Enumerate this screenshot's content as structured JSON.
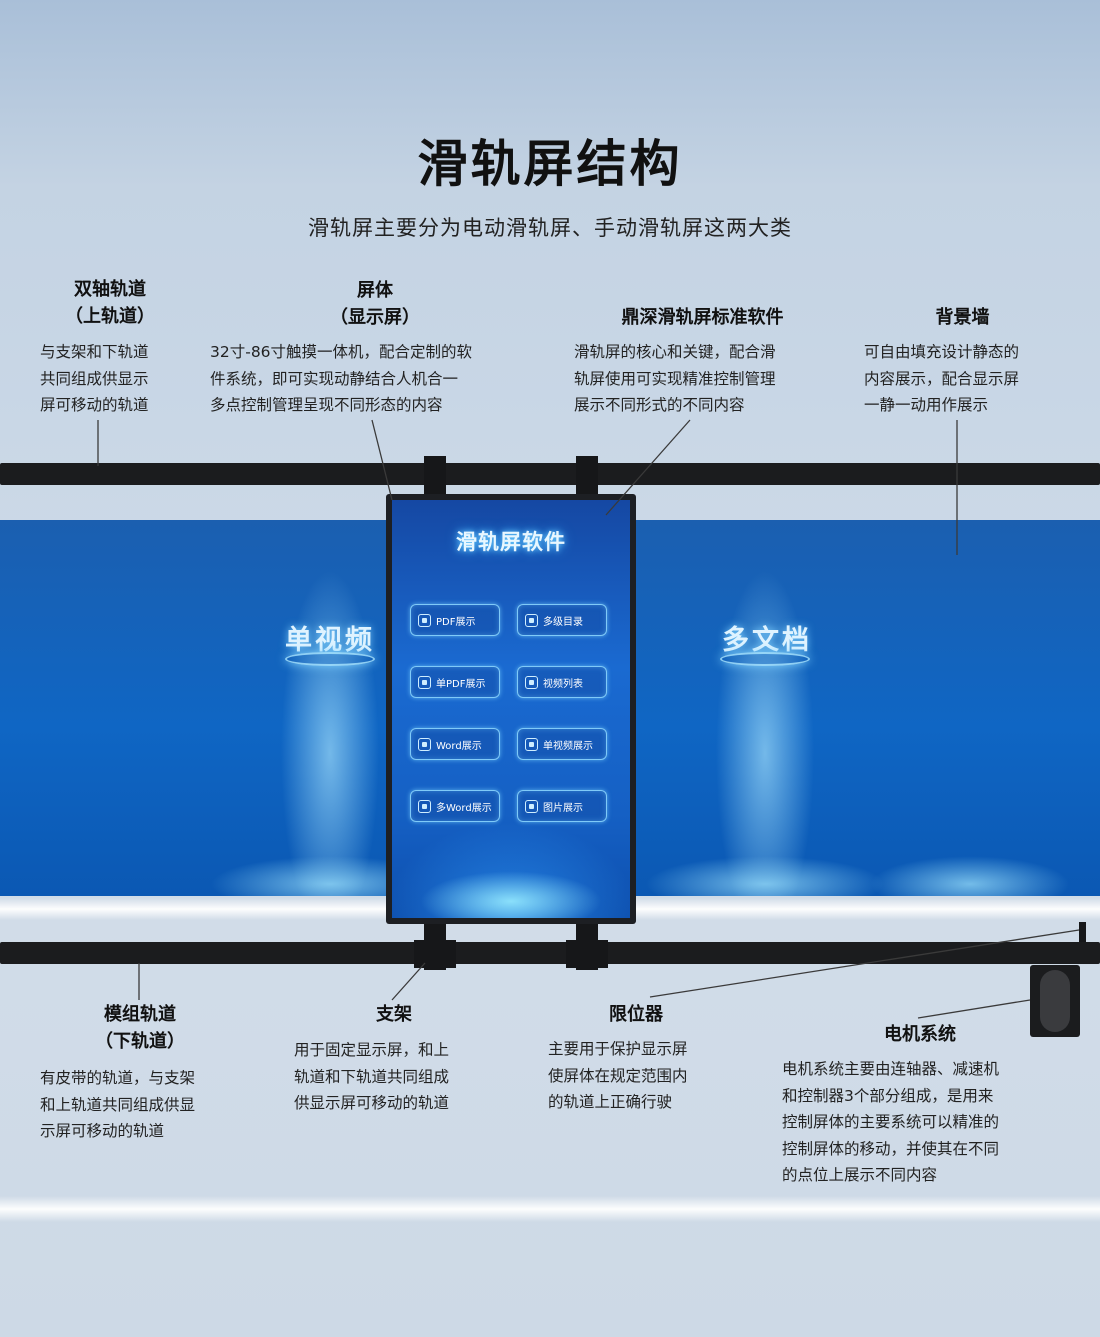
{
  "header": {
    "title": "滑轨屏结构",
    "subtitle": "滑轨屏主要分为电动滑轨屏、手动滑轨屏这两大类"
  },
  "labels": {
    "upper_track": {
      "title_line1": "双轴轨道",
      "title_line2": "（上轨道）",
      "desc": [
        "与支架和下轨道",
        "共同组成供显示",
        "屏可移动的轨道"
      ]
    },
    "screen_body": {
      "title_line1": "屏体",
      "title_line2": "（显示屏）",
      "desc": [
        "32寸-86寸触摸一体机，配合定制的软",
        "件系统，即可实现动静结合人机合一",
        "多点控制管理呈现不同形态的内容"
      ]
    },
    "software": {
      "title_line1": "鼎深滑轨屏标准软件",
      "desc": [
        "滑轨屏的核心和关键，配合滑",
        "轨屏使用可实现精准控制管理",
        "展示不同形式的不同内容"
      ]
    },
    "background_wall": {
      "title_line1": "背景墙",
      "desc": [
        "可自由填充设计静态的",
        "内容展示，配合显示屏",
        "一静一动用作展示"
      ]
    },
    "lower_track": {
      "title_line1": "模组轨道",
      "title_line2": "（下轨道）",
      "desc": [
        "有皮带的轨道，与支架",
        "和上轨道共同组成供显",
        "示屏可移动的轨道"
      ]
    },
    "bracket": {
      "title_line1": "支架",
      "desc": [
        "用于固定显示屏，和上",
        "轨道和下轨道共同组成",
        "供显示屏可移动的轨道"
      ]
    },
    "limiter": {
      "title_line1": "限位器",
      "desc": [
        "主要用于保护显示屏",
        "使屏体在规定范围内",
        "的轨道上正确行驶"
      ]
    },
    "motor_system": {
      "title_line1": "电机系统",
      "desc": [
        "电机系统主要由连轴器、减速机",
        "和控制器3个部分组成，是用来",
        "控制屏体的主要系统可以精准的",
        "控制屏体的移动，并使其在不同",
        "的点位上展示不同内容"
      ]
    }
  },
  "banner": {
    "left_label": "单视频",
    "right_label": "多文档"
  },
  "screen": {
    "title": "滑轨屏软件",
    "buttons": [
      "PDF展示",
      "多级目录",
      "单PDF展示",
      "视频列表",
      "Word展示",
      "单视频展示",
      "多Word展示",
      "图片展示"
    ]
  },
  "colors": {
    "rail": "#1b1c1e",
    "banner_blue": "#0f66c4",
    "glow": "#7fd3ff"
  }
}
